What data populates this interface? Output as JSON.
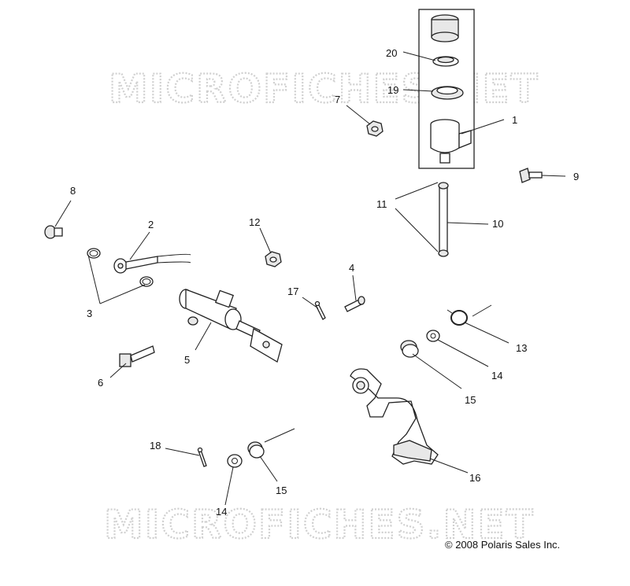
{
  "watermark": {
    "top": "MICROFICHES.NET",
    "bottom": "MICROFICHES.NET"
  },
  "copyright": "© 2008 Polaris Sales Inc.",
  "callouts": [
    {
      "id": "c1",
      "label": "1"
    },
    {
      "id": "c2",
      "label": "2"
    },
    {
      "id": "c3",
      "label": "3"
    },
    {
      "id": "c4",
      "label": "4"
    },
    {
      "id": "c5",
      "label": "5"
    },
    {
      "id": "c6",
      "label": "6"
    },
    {
      "id": "c7",
      "label": "7"
    },
    {
      "id": "c8",
      "label": "8"
    },
    {
      "id": "c9",
      "label": "9"
    },
    {
      "id": "c10",
      "label": "10"
    },
    {
      "id": "c11",
      "label": "11"
    },
    {
      "id": "c12",
      "label": "12"
    },
    {
      "id": "c13",
      "label": "13"
    },
    {
      "id": "c14a",
      "label": "14"
    },
    {
      "id": "c14b",
      "label": "14"
    },
    {
      "id": "c15a",
      "label": "15"
    },
    {
      "id": "c15b",
      "label": "15"
    },
    {
      "id": "c16",
      "label": "16"
    },
    {
      "id": "c17",
      "label": "17"
    },
    {
      "id": "c18",
      "label": "18"
    },
    {
      "id": "c19",
      "label": "19"
    },
    {
      "id": "c20",
      "label": "20"
    }
  ]
}
